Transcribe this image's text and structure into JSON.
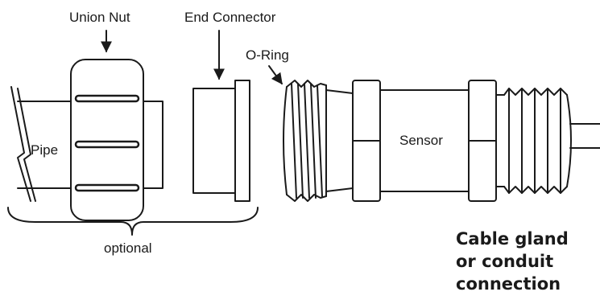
{
  "labels": {
    "union_nut": "Union Nut",
    "end_connector": "End Connector",
    "o_ring": "O-Ring",
    "pipe": "Pipe",
    "sensor": "Sensor",
    "optional": "optional",
    "cable_gland_lines": [
      "Cable gland",
      "or conduit",
      "connection"
    ]
  },
  "colors": {
    "line": "#1a1a1a",
    "background": "#ffffff"
  }
}
